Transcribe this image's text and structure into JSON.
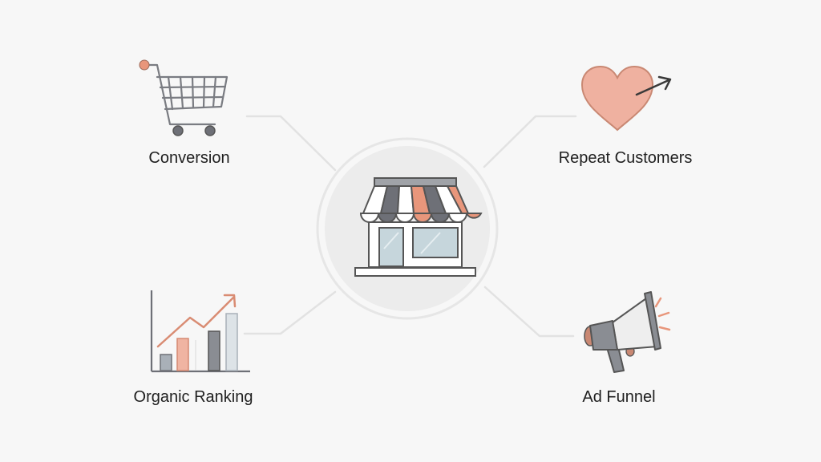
{
  "diagram": {
    "type": "hub-and-spoke",
    "center": {
      "label": "",
      "icon": "storefront-icon"
    },
    "nodes": [
      {
        "id": "conversion",
        "label": "Conversion",
        "icon": "shopping-cart-icon",
        "position": "top-left"
      },
      {
        "id": "repeat",
        "label": "Repeat Customers",
        "icon": "heart-arrow-icon",
        "position": "top-right"
      },
      {
        "id": "organic",
        "label": "Organic Ranking",
        "icon": "bar-chart-growth-icon",
        "position": "bottom-left"
      },
      {
        "id": "ads",
        "label": "Ad Funnel",
        "icon": "megaphone-icon",
        "position": "bottom-right"
      }
    ]
  },
  "colors": {
    "background": "#f7f7f7",
    "accent": "#e8967b",
    "accent_light": "#f0b4a2",
    "dark_gray": "#6e7077",
    "mid_gray": "#a0a3a8",
    "glass": "#c6d6dc",
    "connector": "#e2e2e2",
    "hub_fill": "#ececec",
    "text": "#1f1f1f"
  }
}
